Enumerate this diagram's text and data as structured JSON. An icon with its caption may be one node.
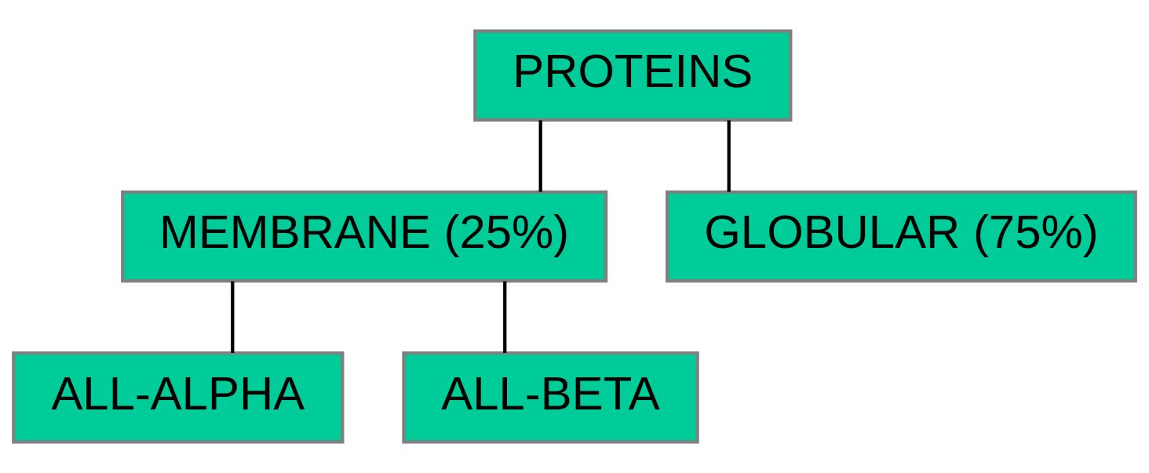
{
  "diagram": {
    "nodes": [
      {
        "text": [
          "PROTEINS"
        ]
      },
      {
        "text": [
          "MEMBRANE (25%)"
        ]
      },
      {
        "text": [
          "GLOBULAR (75%)"
        ]
      },
      {
        "text": [
          "ALL-ALPHA"
        ]
      },
      {
        "text": [
          "ALL-BETA"
        ]
      }
    ],
    "edges": [
      {
        "from": 0,
        "to": 1,
        "arrow": "none"
      },
      {
        "from": 0,
        "to": 2,
        "arrow": "none"
      },
      {
        "from": 1,
        "to": 3,
        "arrow": "none"
      },
      {
        "from": 1,
        "to": 4,
        "arrow": "none"
      }
    ]
  }
}
